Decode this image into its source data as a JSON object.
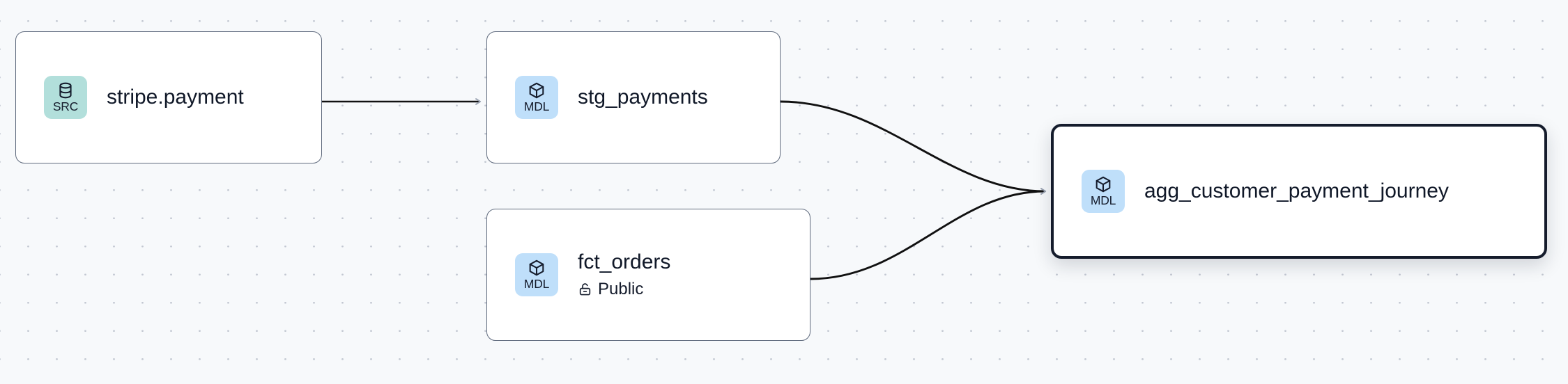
{
  "diagram": {
    "type": "data-lineage-graph",
    "background": "#f7f9fb",
    "grid": "dot-grid",
    "colors": {
      "source_badge": "#b2dfdb",
      "model_badge": "#bfdffa",
      "node_border": "#5f6a7d",
      "selected_border": "#151c2c",
      "edge": "#111111",
      "text": "#101828"
    },
    "nodes": [
      {
        "id": "stripe-payment",
        "title": "stripe.payment",
        "badge_label": "SRC",
        "badge_kind": "src",
        "icon": "database-icon",
        "selected": false,
        "subtitle": null
      },
      {
        "id": "stg-payments",
        "title": "stg_payments",
        "badge_label": "MDL",
        "badge_kind": "mdl",
        "icon": "cube-icon",
        "selected": false,
        "subtitle": null
      },
      {
        "id": "fct-orders",
        "title": "fct_orders",
        "badge_label": "MDL",
        "badge_kind": "mdl",
        "icon": "cube-icon",
        "selected": false,
        "subtitle": "Public",
        "subtitle_icon": "unlock-icon"
      },
      {
        "id": "agg-customer-payment-journey",
        "title": "agg_customer_payment_journey",
        "badge_label": "MDL",
        "badge_kind": "mdl",
        "icon": "cube-icon",
        "selected": true,
        "subtitle": null
      }
    ],
    "edges": [
      {
        "from": "stripe-payment",
        "to": "stg-payments",
        "style": "straight",
        "arrow": true
      },
      {
        "from": "stg-payments",
        "to": "agg-customer-payment-journey",
        "style": "bezier",
        "arrow": true
      },
      {
        "from": "fct-orders",
        "to": "agg-customer-payment-journey",
        "style": "bezier",
        "arrow": true
      }
    ]
  }
}
